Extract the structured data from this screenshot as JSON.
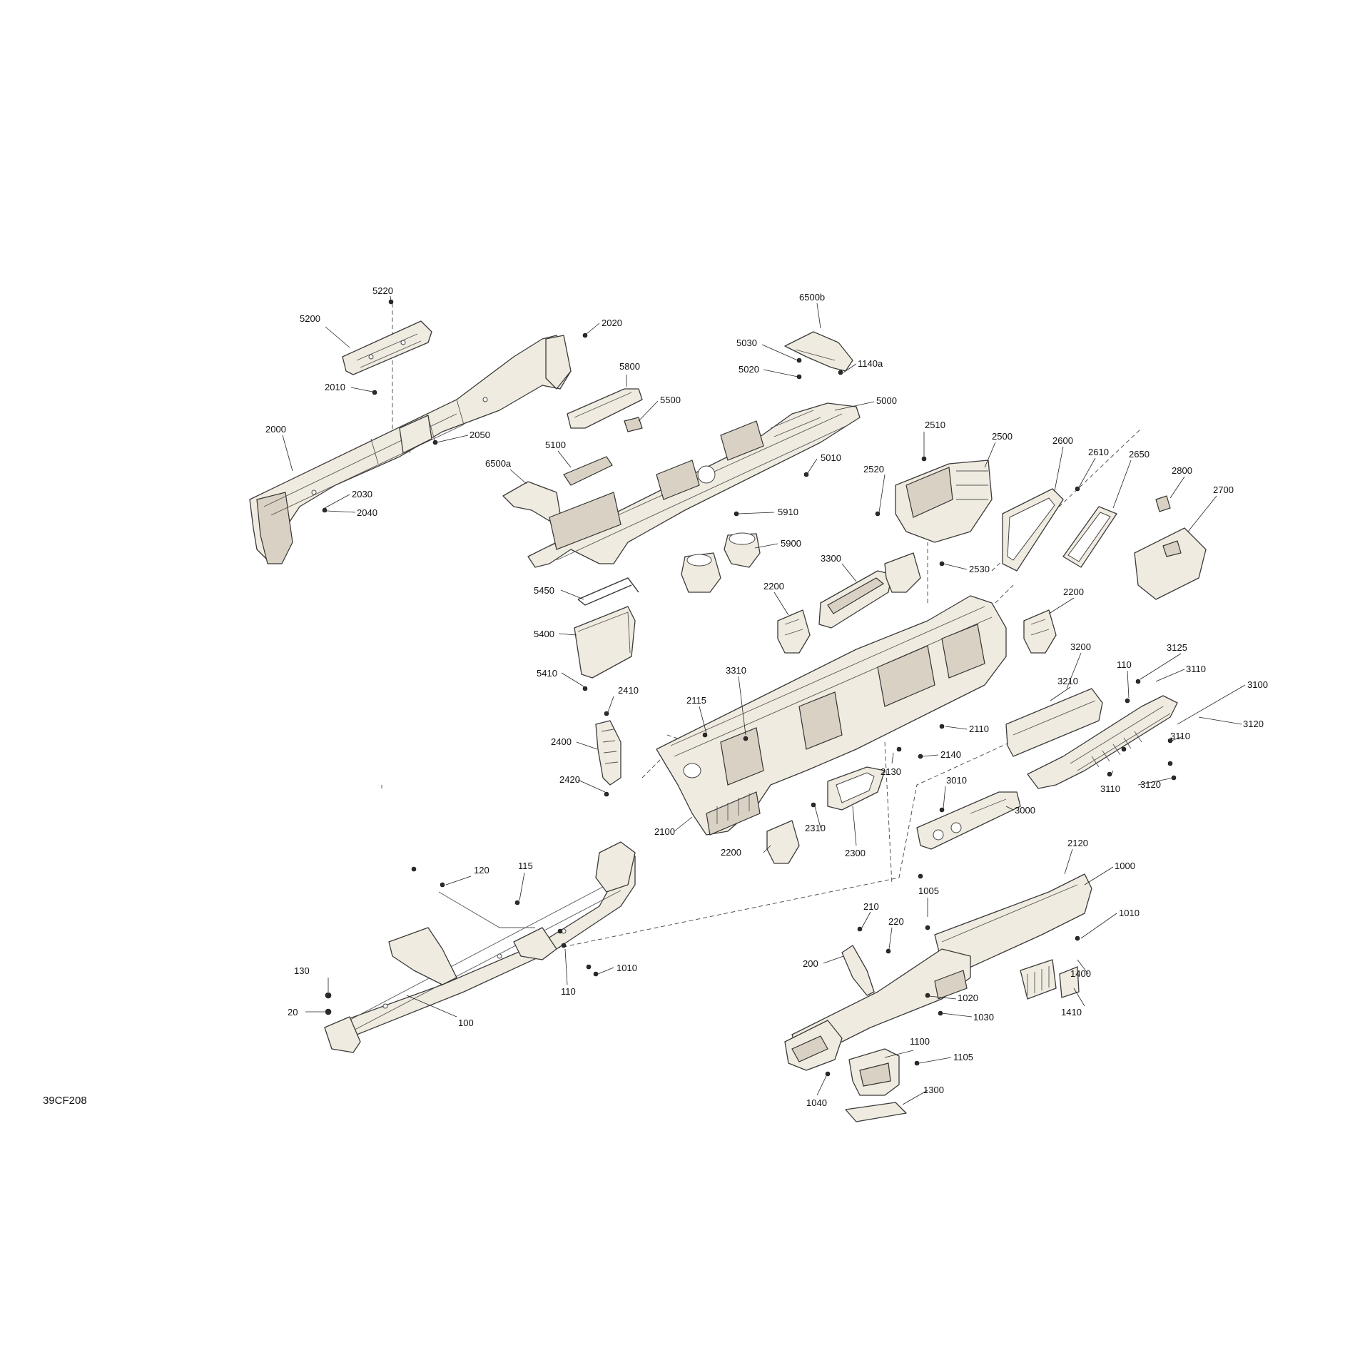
{
  "figure_id": "39CF208",
  "callouts": {
    "c5220": "5220",
    "c5200": "5200",
    "c2020": "2020",
    "c6500b": "6500b",
    "c5030": "5030",
    "c5020": "5020",
    "c1140a": "1140a",
    "c2010": "2010",
    "c5800": "5800",
    "c5500": "5500",
    "c5000": "5000",
    "c2000": "2000",
    "c2050": "2050",
    "c5100": "5100",
    "c6500a": "6500a",
    "c5010": "5010",
    "c2510": "2510",
    "c2500": "2500",
    "c2600": "2600",
    "c2610": "2610",
    "c2650": "2650",
    "c2800": "2800",
    "c2030": "2030",
    "c2040": "2040",
    "c2520": "2520",
    "c2700": "2700",
    "c5910": "5910",
    "c5900": "5900",
    "c3300": "3300",
    "c2530": "2530",
    "c5450": "5450",
    "c2200a": "2200",
    "c2200b": "2200",
    "c5400": "5400",
    "c3200": "3200",
    "c5410": "5410",
    "c3310": "3310",
    "c3210": "3210",
    "c110a": "110",
    "c3125": "3125",
    "c3110a": "3110",
    "c3100": "3100",
    "c2410": "2410",
    "c2115": "2115",
    "c2110": "2110",
    "c3120a": "3120",
    "c3110b": "3110",
    "c2400": "2400",
    "c2140": "2140",
    "c2130": "2130",
    "c3010": "3010",
    "c3120b": "3120",
    "c3110c": "3110",
    "c2420": "2420",
    "c3000": "3000",
    "c2310": "2310",
    "c2100": "2100",
    "c2200c": "2200",
    "c2300": "2300",
    "c2120": "2120",
    "c120": "120",
    "c115": "115",
    "c1000": "1000",
    "c1005": "1005",
    "c1010a": "1010",
    "c210": "210",
    "c220": "220",
    "c1400": "1400",
    "c200": "200",
    "c1010b": "1010",
    "c130": "130",
    "c110b": "110",
    "c1410": "1410",
    "c1020": "1020",
    "c20": "20",
    "c1030": "1030",
    "c100": "100",
    "c1100": "1100",
    "c1105": "1105",
    "c1300": "1300",
    "c1040": "1040"
  },
  "colors": {
    "part_fill": "#f0ebe0",
    "part_shade": "#d9d2c4",
    "outline": "#3a3a3a",
    "background": "#ffffff"
  }
}
